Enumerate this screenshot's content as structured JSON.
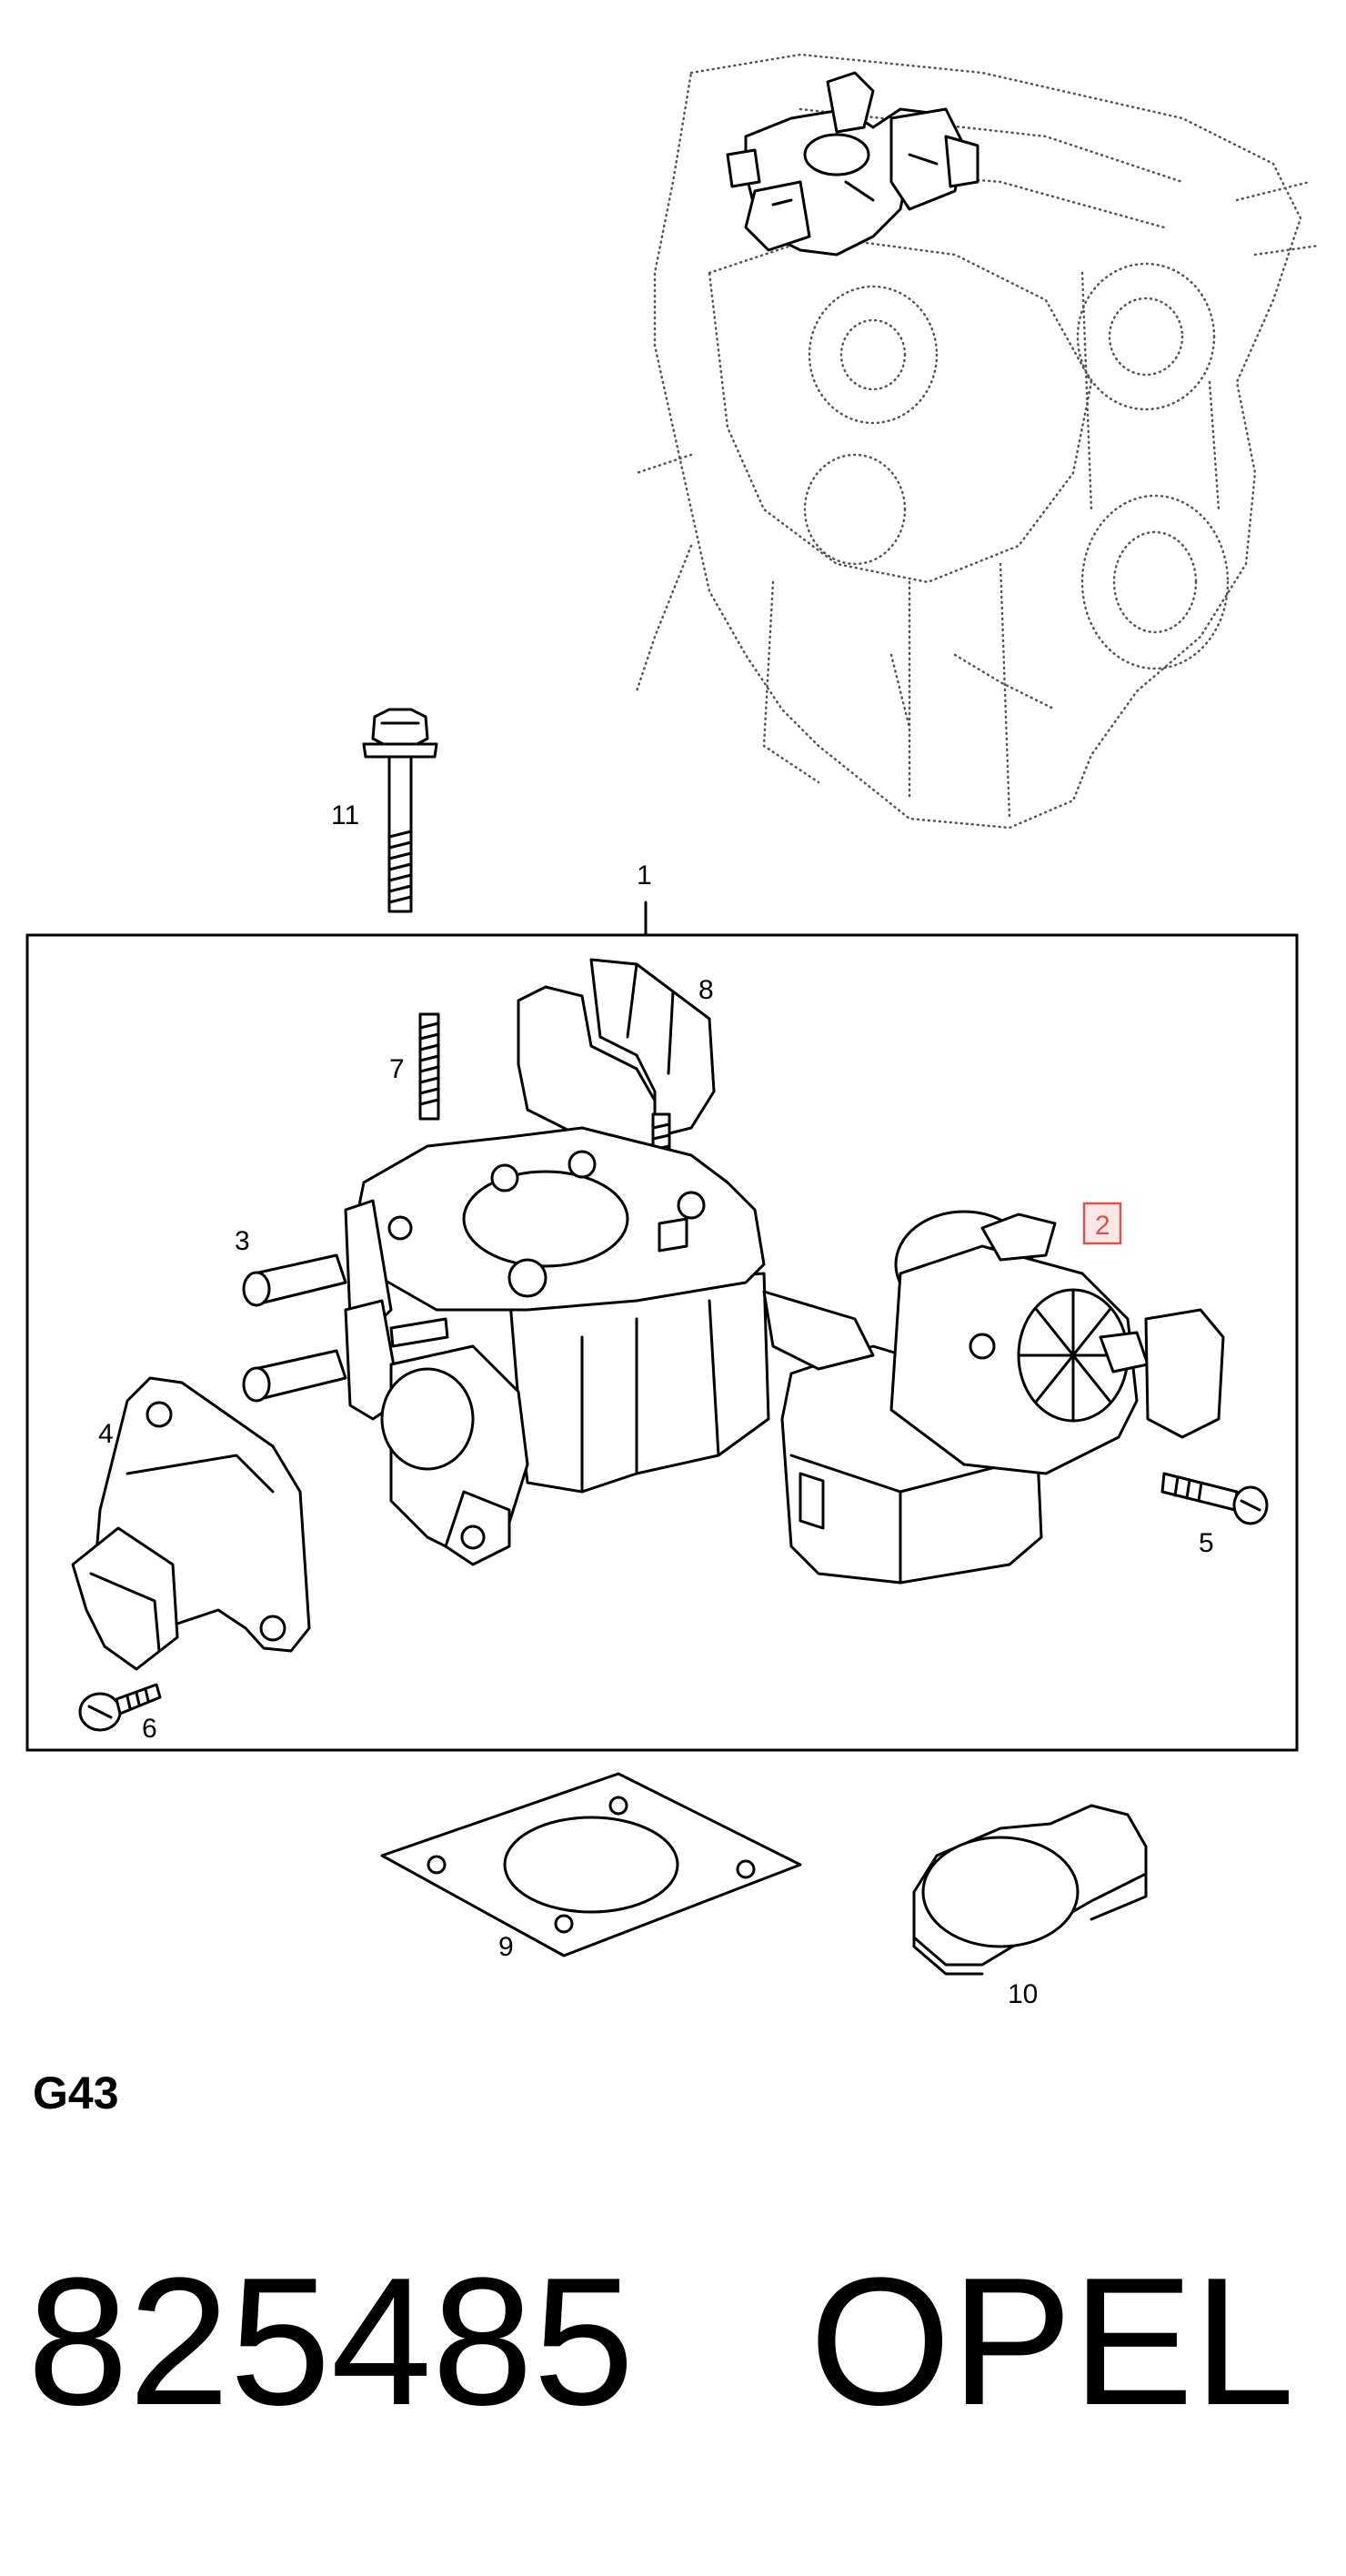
{
  "diagram": {
    "callouts": {
      "c1": "1",
      "c2": "2",
      "c3": "3",
      "c4": "4",
      "c5": "5",
      "c6": "6",
      "c7": "7",
      "c8": "8",
      "c9": "9",
      "c10": "10",
      "c11": "11"
    },
    "highlighted_callout": "2",
    "highlight_color": "#d9534f"
  },
  "footer": {
    "section_code": "G43",
    "part_number": "825485",
    "brand": "OPEL"
  }
}
